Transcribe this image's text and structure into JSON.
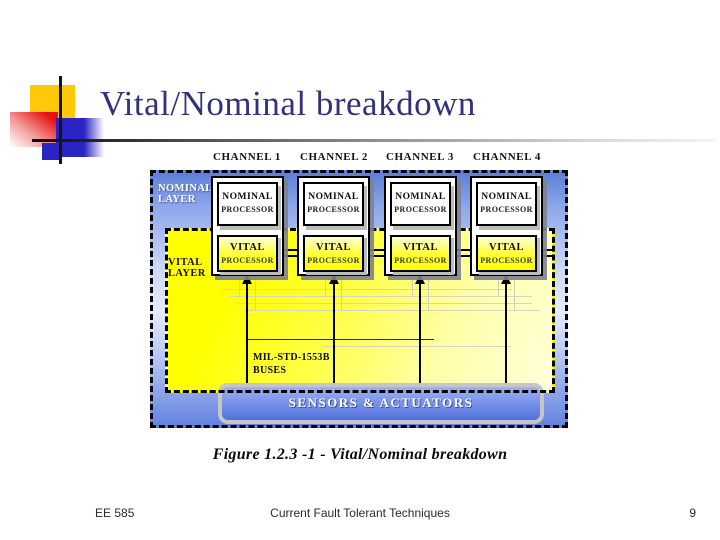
{
  "slide": {
    "title": "Vital/Nominal breakdown",
    "caption": "Figure 1.2.3 -1 - Vital/Nominal breakdown",
    "footer_left": "EE 585",
    "footer_center": "Current Fault Tolerant Techniques",
    "footer_page": "9"
  },
  "diagram": {
    "channel_labels": [
      "CHANNEL 1",
      "CHANNEL 2",
      "CHANNEL 3",
      "CHANNEL 4"
    ],
    "nominal_layer": {
      "line1": "NOMINAL",
      "line2": "LAYER"
    },
    "vital_layer": {
      "line1": "VITAL",
      "line2": "LAYER"
    },
    "nominal_processor": {
      "line1": "NOMINAL",
      "line2": "PROCESSOR"
    },
    "vital_processor": {
      "line1": "VITAL",
      "line2": "PROCESSOR"
    },
    "bus_label": {
      "line1": "MIL-STD-1553B",
      "line2": "BUSES"
    },
    "sensors_label": "SENSORS & ACTUATORS",
    "colors": {
      "title_text": "#31317e",
      "nominal_layer_blue": "#5c80d8",
      "vital_layer_yellow": "#ffff00",
      "sensors_bar_blue": "#5170dc",
      "decoration_yellow": "#ffc808",
      "decoration_red": "#e81212",
      "decoration_blue": "#2a24c4"
    }
  }
}
